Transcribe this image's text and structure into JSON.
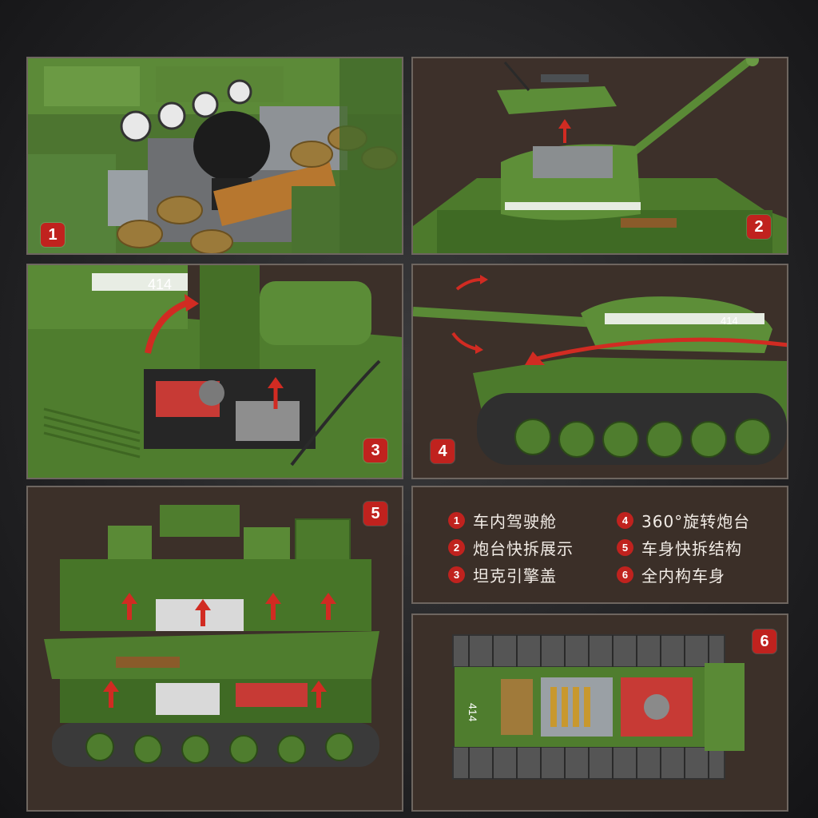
{
  "panels": [
    {
      "badge": "1"
    },
    {
      "badge": "2"
    },
    {
      "badge": "3"
    },
    {
      "badge": "4"
    },
    {
      "badge": "5"
    },
    {
      "badge": "6"
    }
  ],
  "legend": {
    "items": [
      {
        "num": "1",
        "label": "车内驾驶舱"
      },
      {
        "num": "2",
        "label": "炮台快拆展示"
      },
      {
        "num": "3",
        "label": "坦克引擎盖"
      },
      {
        "num": "4",
        "label": "360°旋转炮台"
      },
      {
        "num": "5",
        "label": "车身快拆结构"
      },
      {
        "num": "6",
        "label": "全内构车身"
      }
    ]
  },
  "tank_marking": "414",
  "colors": {
    "badge_red": "#c0221e",
    "tank_green": "#4f7a2e",
    "panel_brown": "#3b2f28"
  }
}
